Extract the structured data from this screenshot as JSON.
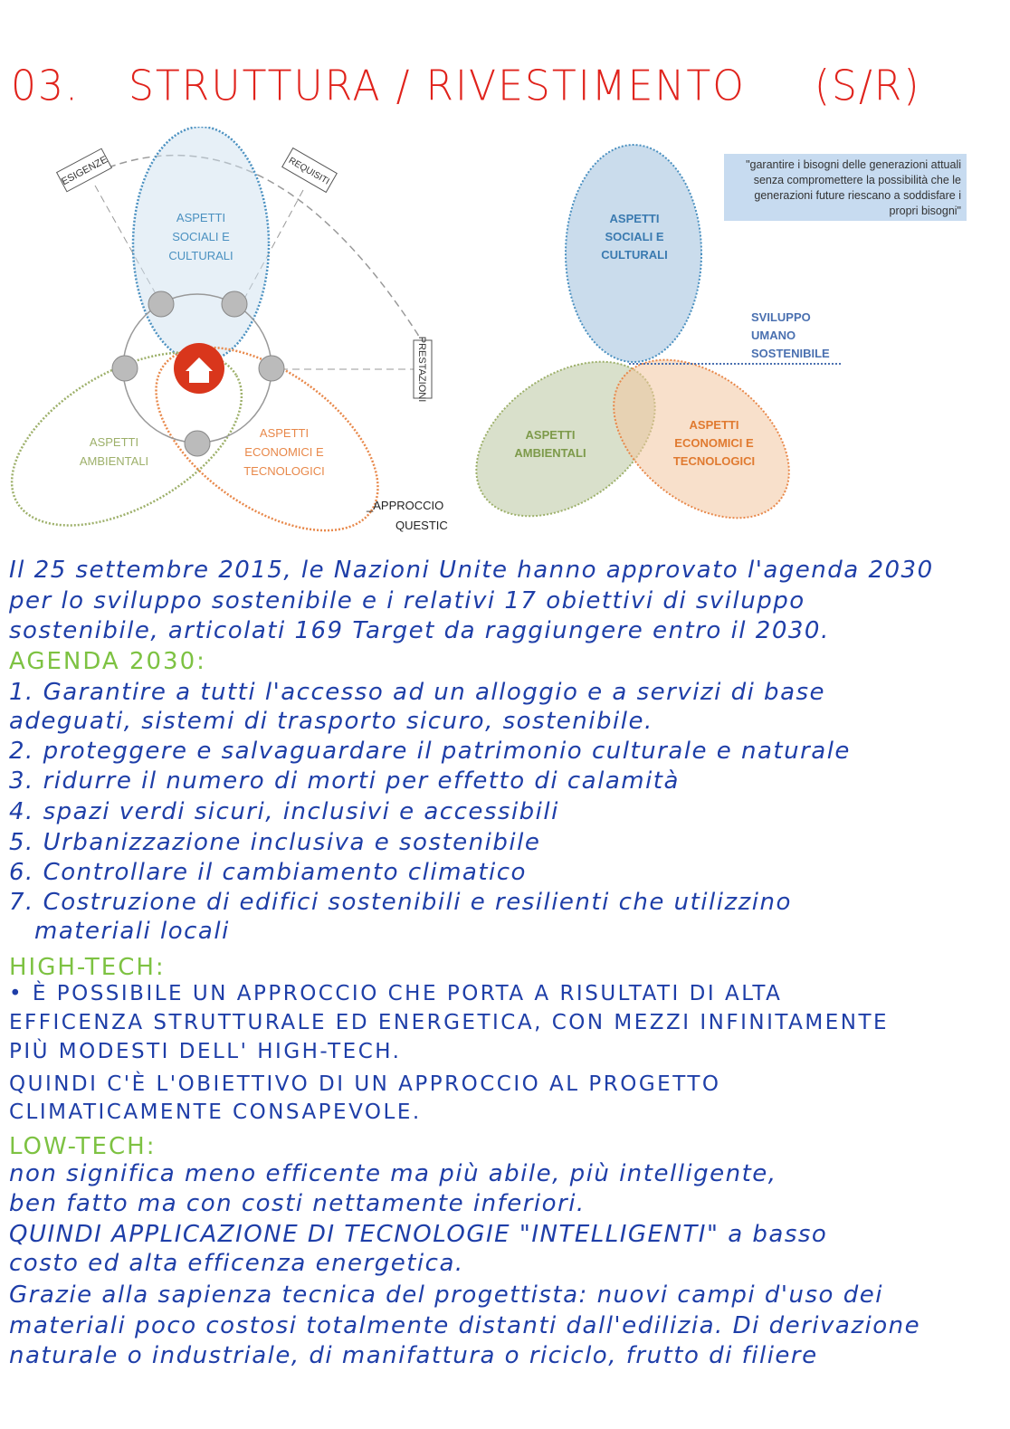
{
  "title": {
    "number": "03.",
    "text": "STRUTTURA / RIVESTIMENTO",
    "abbr": "(S/R)"
  },
  "diagram_left": {
    "labels": {
      "esigenze": "ESIGENZE",
      "requisiti": "REQUISITI",
      "prestazioni": "PRESTAZIONI",
      "sociali": [
        "ASPETTI",
        "SOCIALI E",
        "CULTURALI"
      ],
      "ambientali": [
        "ASPETTI",
        "AMBIENTALI"
      ],
      "economici": [
        "ASPETTI",
        "ECONOMICI E",
        "TECNOLOGICI"
      ],
      "approccio": [
        "_APPROCCIO",
        "QUESTIC"
      ]
    }
  },
  "diagram_right": {
    "quote": "\"garantire i bisogni delle generazioni attuali senza compromettere la possibilità che le generazioni future riescano a soddisfare i propri bisogni\"",
    "sociali": [
      "ASPETTI",
      "SOCIALI E",
      "CULTURALI"
    ],
    "sviluppo": [
      "SVILUPPO",
      "UMANO",
      "SOSTENIBILE"
    ],
    "ambientali": [
      "ASPETTI",
      "AMBIENTALI"
    ],
    "economici": [
      "ASPETTI",
      "ECONOMICI E",
      "TECNOLOGICI"
    ]
  },
  "notes": {
    "intro": [
      "Il 25 settembre 2015, le Nazioni Unite hanno approvato l'agenda 2030",
      "per lo sviluppo sostenibile e i relativi 17 obiettivi di sviluppo",
      "sostenibile, articolati 169 Target da raggiungere entro il 2030."
    ],
    "agenda_heading": "AGENDA 2030:",
    "agenda_items": [
      "1. Garantire a tutti l'accesso ad un alloggio e a servizi di base",
      "adeguati, sistemi di trasporto sicuro, sostenibile.",
      "2. proteggere e salvaguardare il patrimonio culturale e naturale",
      "3. ridurre il numero di morti per effetto di calamità",
      "4. spazi verdi sicuri, inclusivi e accessibili",
      "5. Urbanizzazione inclusiva e sostenibile",
      "6. Controllare il cambiamento climatico",
      "7. Costruzione di edifici sostenibili e resilienti che utilizzino",
      "   materiali locali"
    ],
    "hightech_heading": "HIGH-TECH:",
    "hightech_lines": [
      "• È POSSIBILE UN APPROCCIO CHE PORTA A RISULTATI DI ALTA",
      "  EFFICENZA STRUTTURALE ED ENERGETICA, CON MEZZI INFINITAMENTE",
      "PIÙ MODESTI DELL' HIGH-TECH.",
      "QUINDI C'È L'OBIETTIVO DI UN APPROCCIO AL PROGETTO",
      "CLIMATICAMENTE CONSAPEVOLE."
    ],
    "lowtech_heading": "LOW-TECH:",
    "lowtech_lines": [
      "non significa meno efficente ma più abile, più intelligente,",
      "ben fatto ma con costi nettamente inferiori.",
      "QUINDI APPLICAZIONE DI TECNOLOGIE \"INTELLIGENTI\" a basso",
      "costo ed alta efficenza energetica.",
      "Grazie alla sapienza tecnica del progettista: nuovi campi d'uso dei",
      "materiali poco costosi totalmente distanti dall'edilizia. Di derivazione",
      "naturale o industriale, di manifattura o riciclo, frutto di filiere"
    ]
  },
  "colors": {
    "title": "#e0231c",
    "ink": "#1e3ea8",
    "green": "#7dc242",
    "blue": "#4a90c0",
    "orange": "#e8884a",
    "house": "#d9361c"
  }
}
